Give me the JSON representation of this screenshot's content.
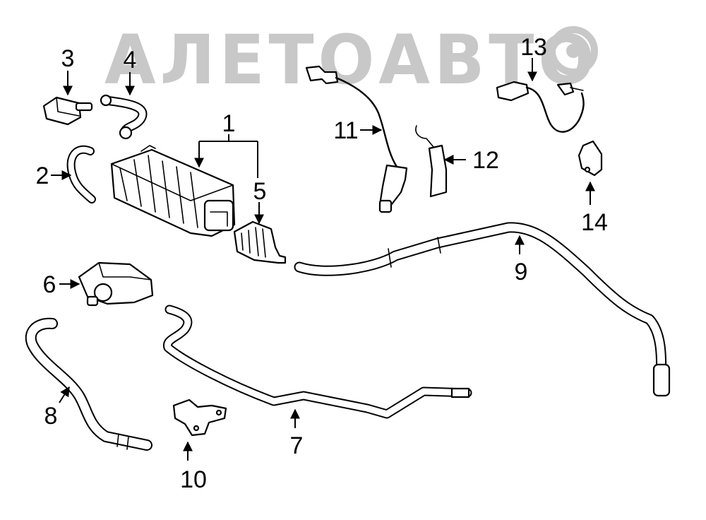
{
  "watermark": {
    "text": "АЛЕТОАВТО",
    "color": "#c8c8c8"
  },
  "callouts": {
    "c1": "1",
    "c2": "2",
    "c3": "3",
    "c4": "4",
    "c5": "5",
    "c6": "6",
    "c7": "7",
    "c8": "8",
    "c9": "9",
    "c10": "10",
    "c11": "11",
    "c12": "12",
    "c13": "13",
    "c14": "14"
  },
  "colors": {
    "line": "#000000",
    "background": "#ffffff"
  }
}
